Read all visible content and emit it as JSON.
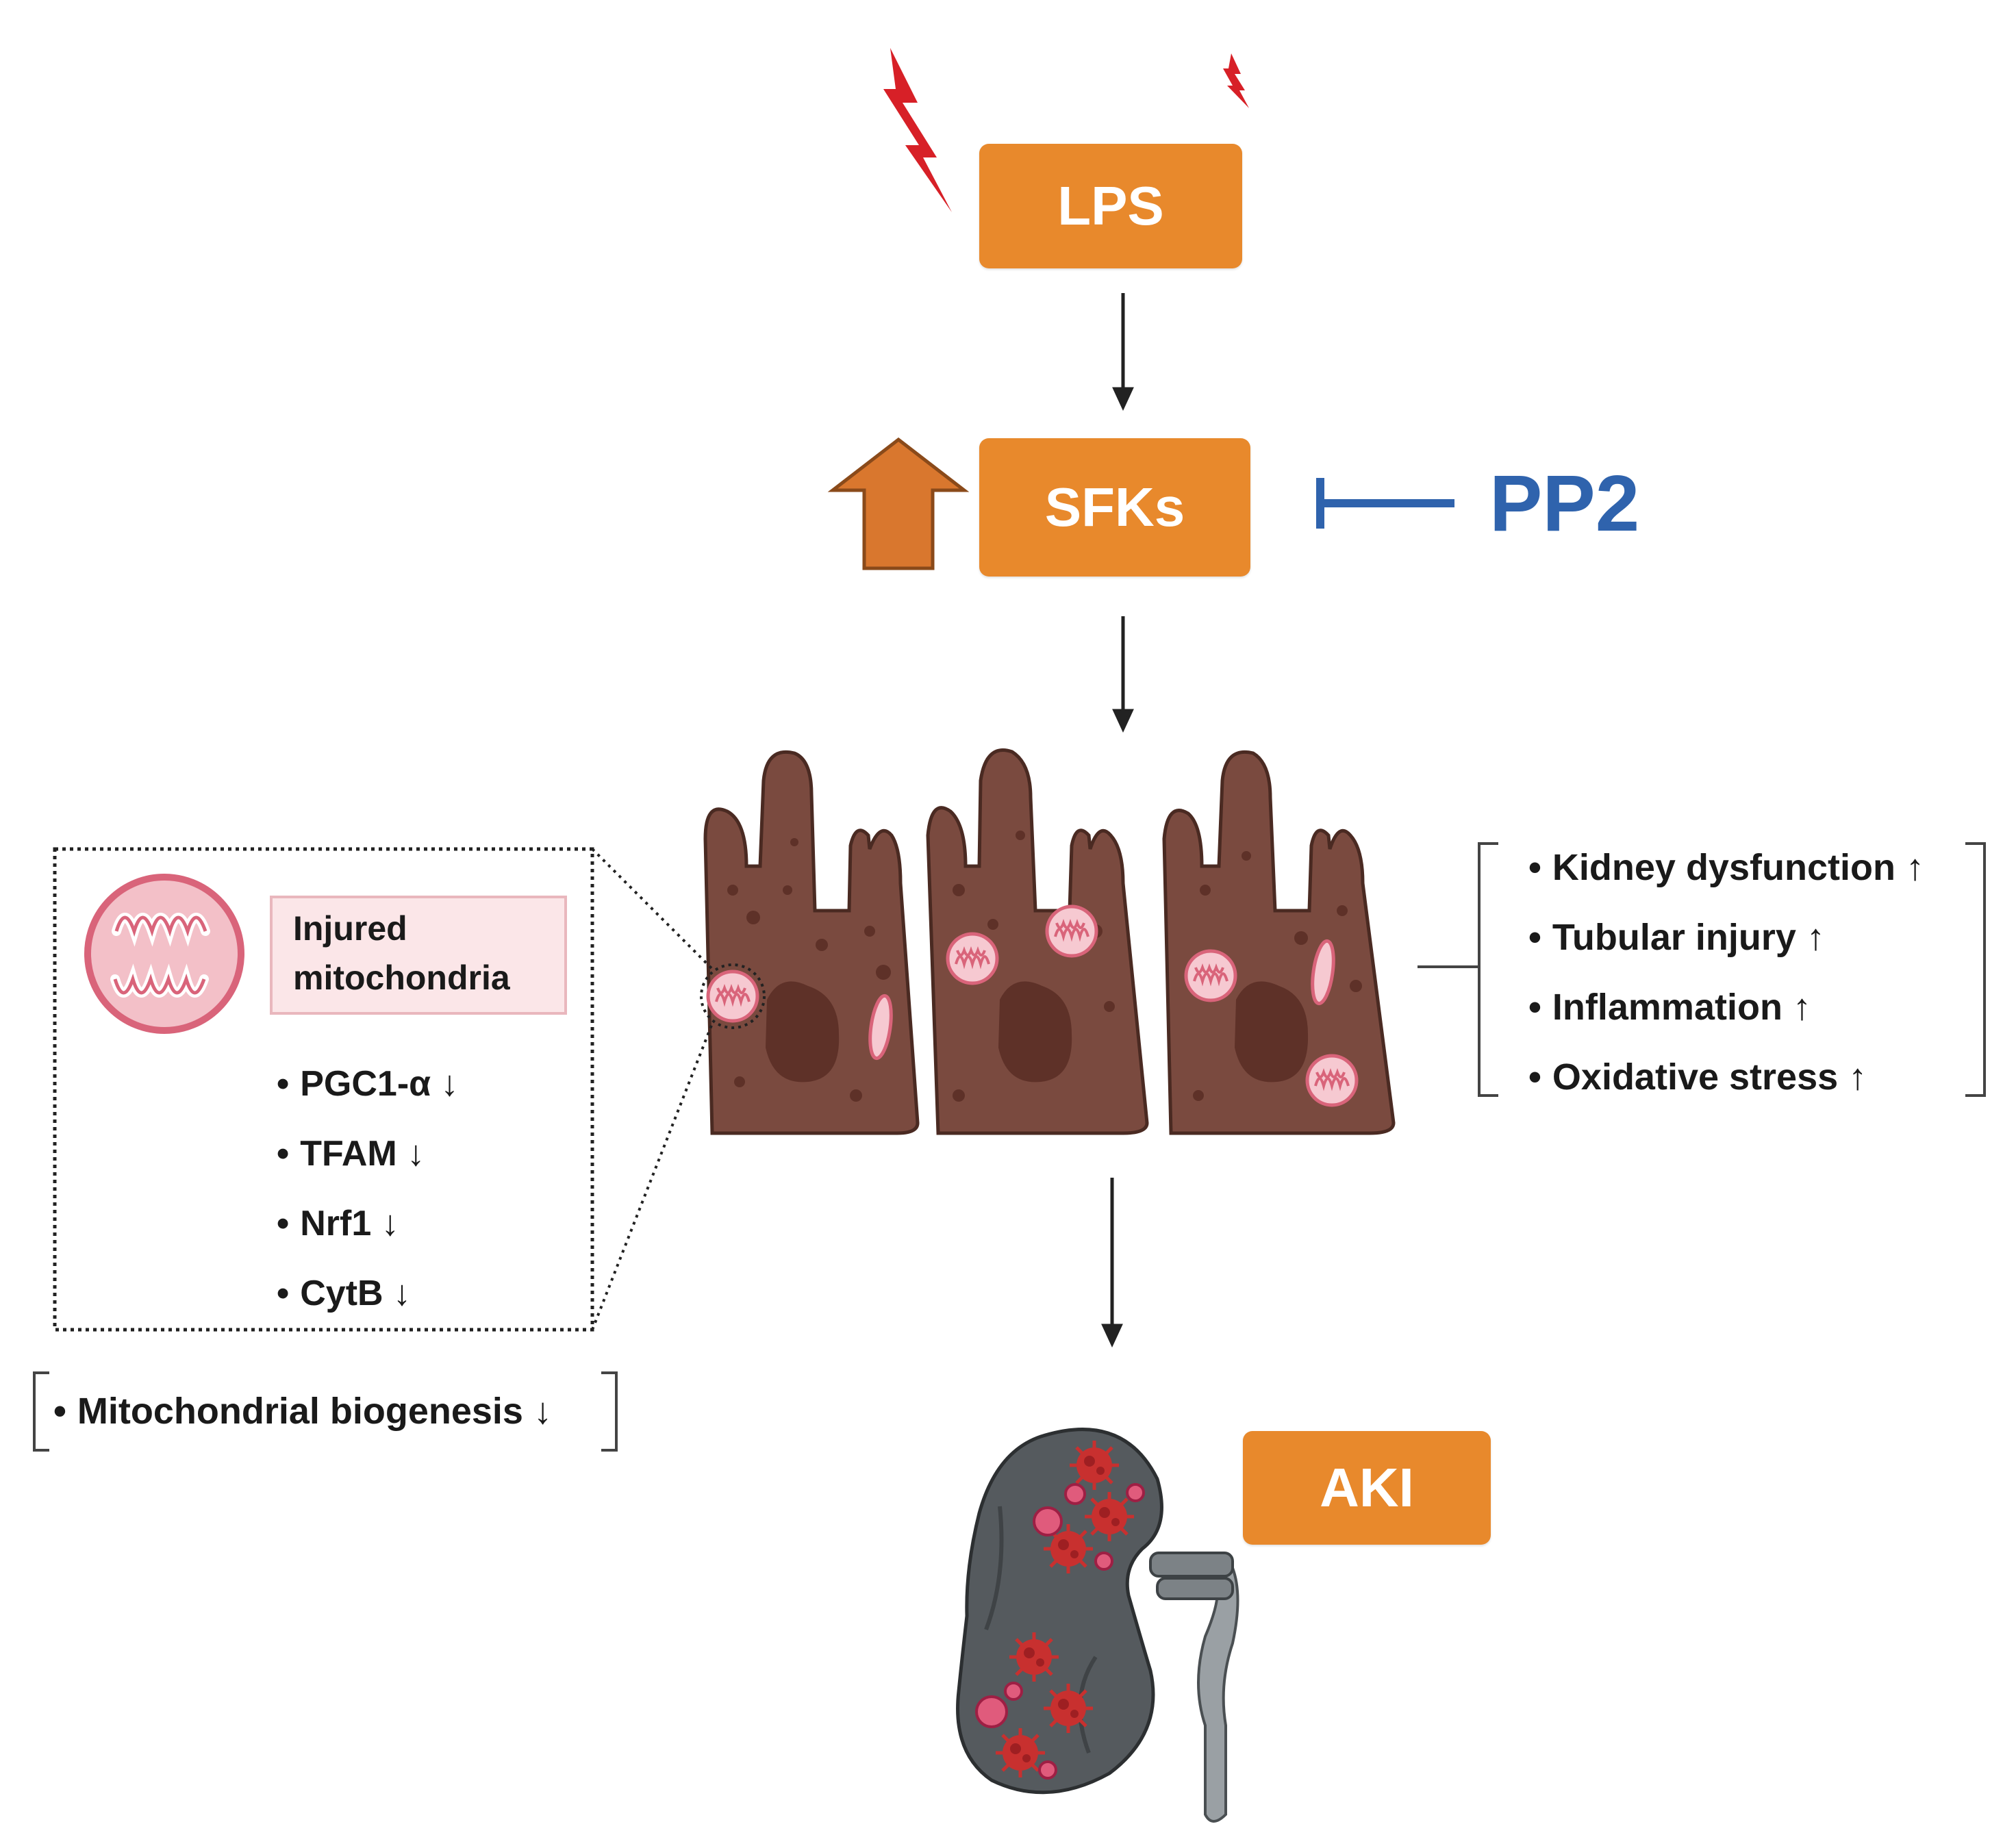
{
  "nodes": {
    "lps": "LPS",
    "sfks": "SFKs",
    "pp2": "PP2",
    "aki": "AKI"
  },
  "mito_panel": {
    "label_line1": "Injured",
    "label_line2": "mitochondria",
    "markers": [
      "PGC1-α ↓",
      "TFAM ↓",
      "Nrf1 ↓",
      "CytB ↓"
    ]
  },
  "biogenesis": "Mitochondrial biogenesis ↓",
  "outcomes": [
    "Kidney dysfunction ↑",
    "Tubular injury ↑",
    "Inflammation ↑",
    "Oxidative stress ↑"
  ],
  "colors": {
    "box_orange": "#e8892c",
    "up_arrow": "#d9772e",
    "inhibitor_blue": "#2f63ad",
    "lightning_red": "#d72027",
    "cell_brown": "#7a4a3f",
    "mito_pink": "#e48d9c",
    "kidney_gray": "#555a5e",
    "virus_red": "#c8302f"
  }
}
